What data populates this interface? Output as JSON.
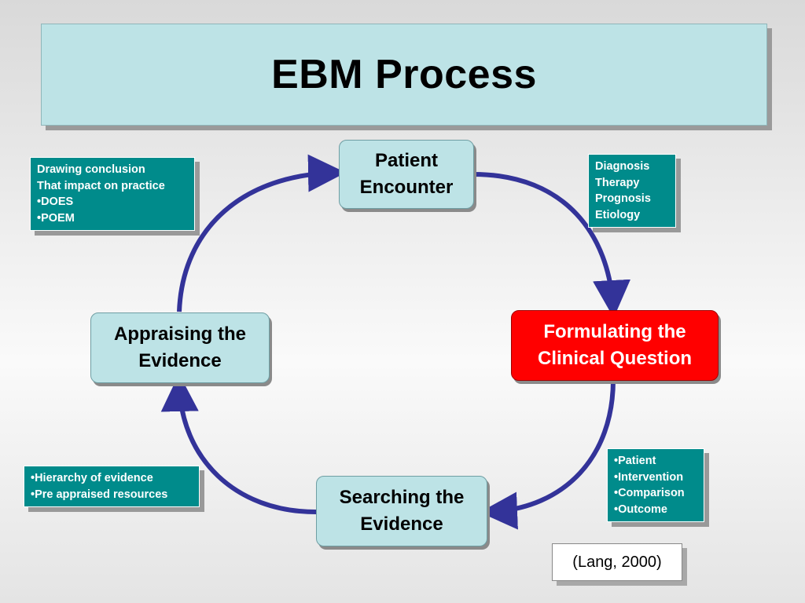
{
  "title": "EBM Process",
  "colors": {
    "node_fill": "#bde3e6",
    "active_fill": "#ff0000",
    "note_fill": "#008b8b",
    "arrow": "#333399"
  },
  "nodes": {
    "patient_encounter": "Patient\nEncounter",
    "formulating": "Formulating the\nClinical Question",
    "searching": "Searching the\nEvidence",
    "appraising": "Appraising the\nEvidence"
  },
  "notes": {
    "drawing_conclusion": "Drawing conclusion\nThat impact on practice\n•DOES\n•POEM",
    "question_types": "Diagnosis\nTherapy\nPrognosis\nEtiology",
    "pico": "•Patient\n•Intervention\n•Comparison\n•Outcome",
    "evidence_sources": "•Hierarchy of evidence\n•Pre appraised resources"
  },
  "citation": "(Lang, 2000)"
}
